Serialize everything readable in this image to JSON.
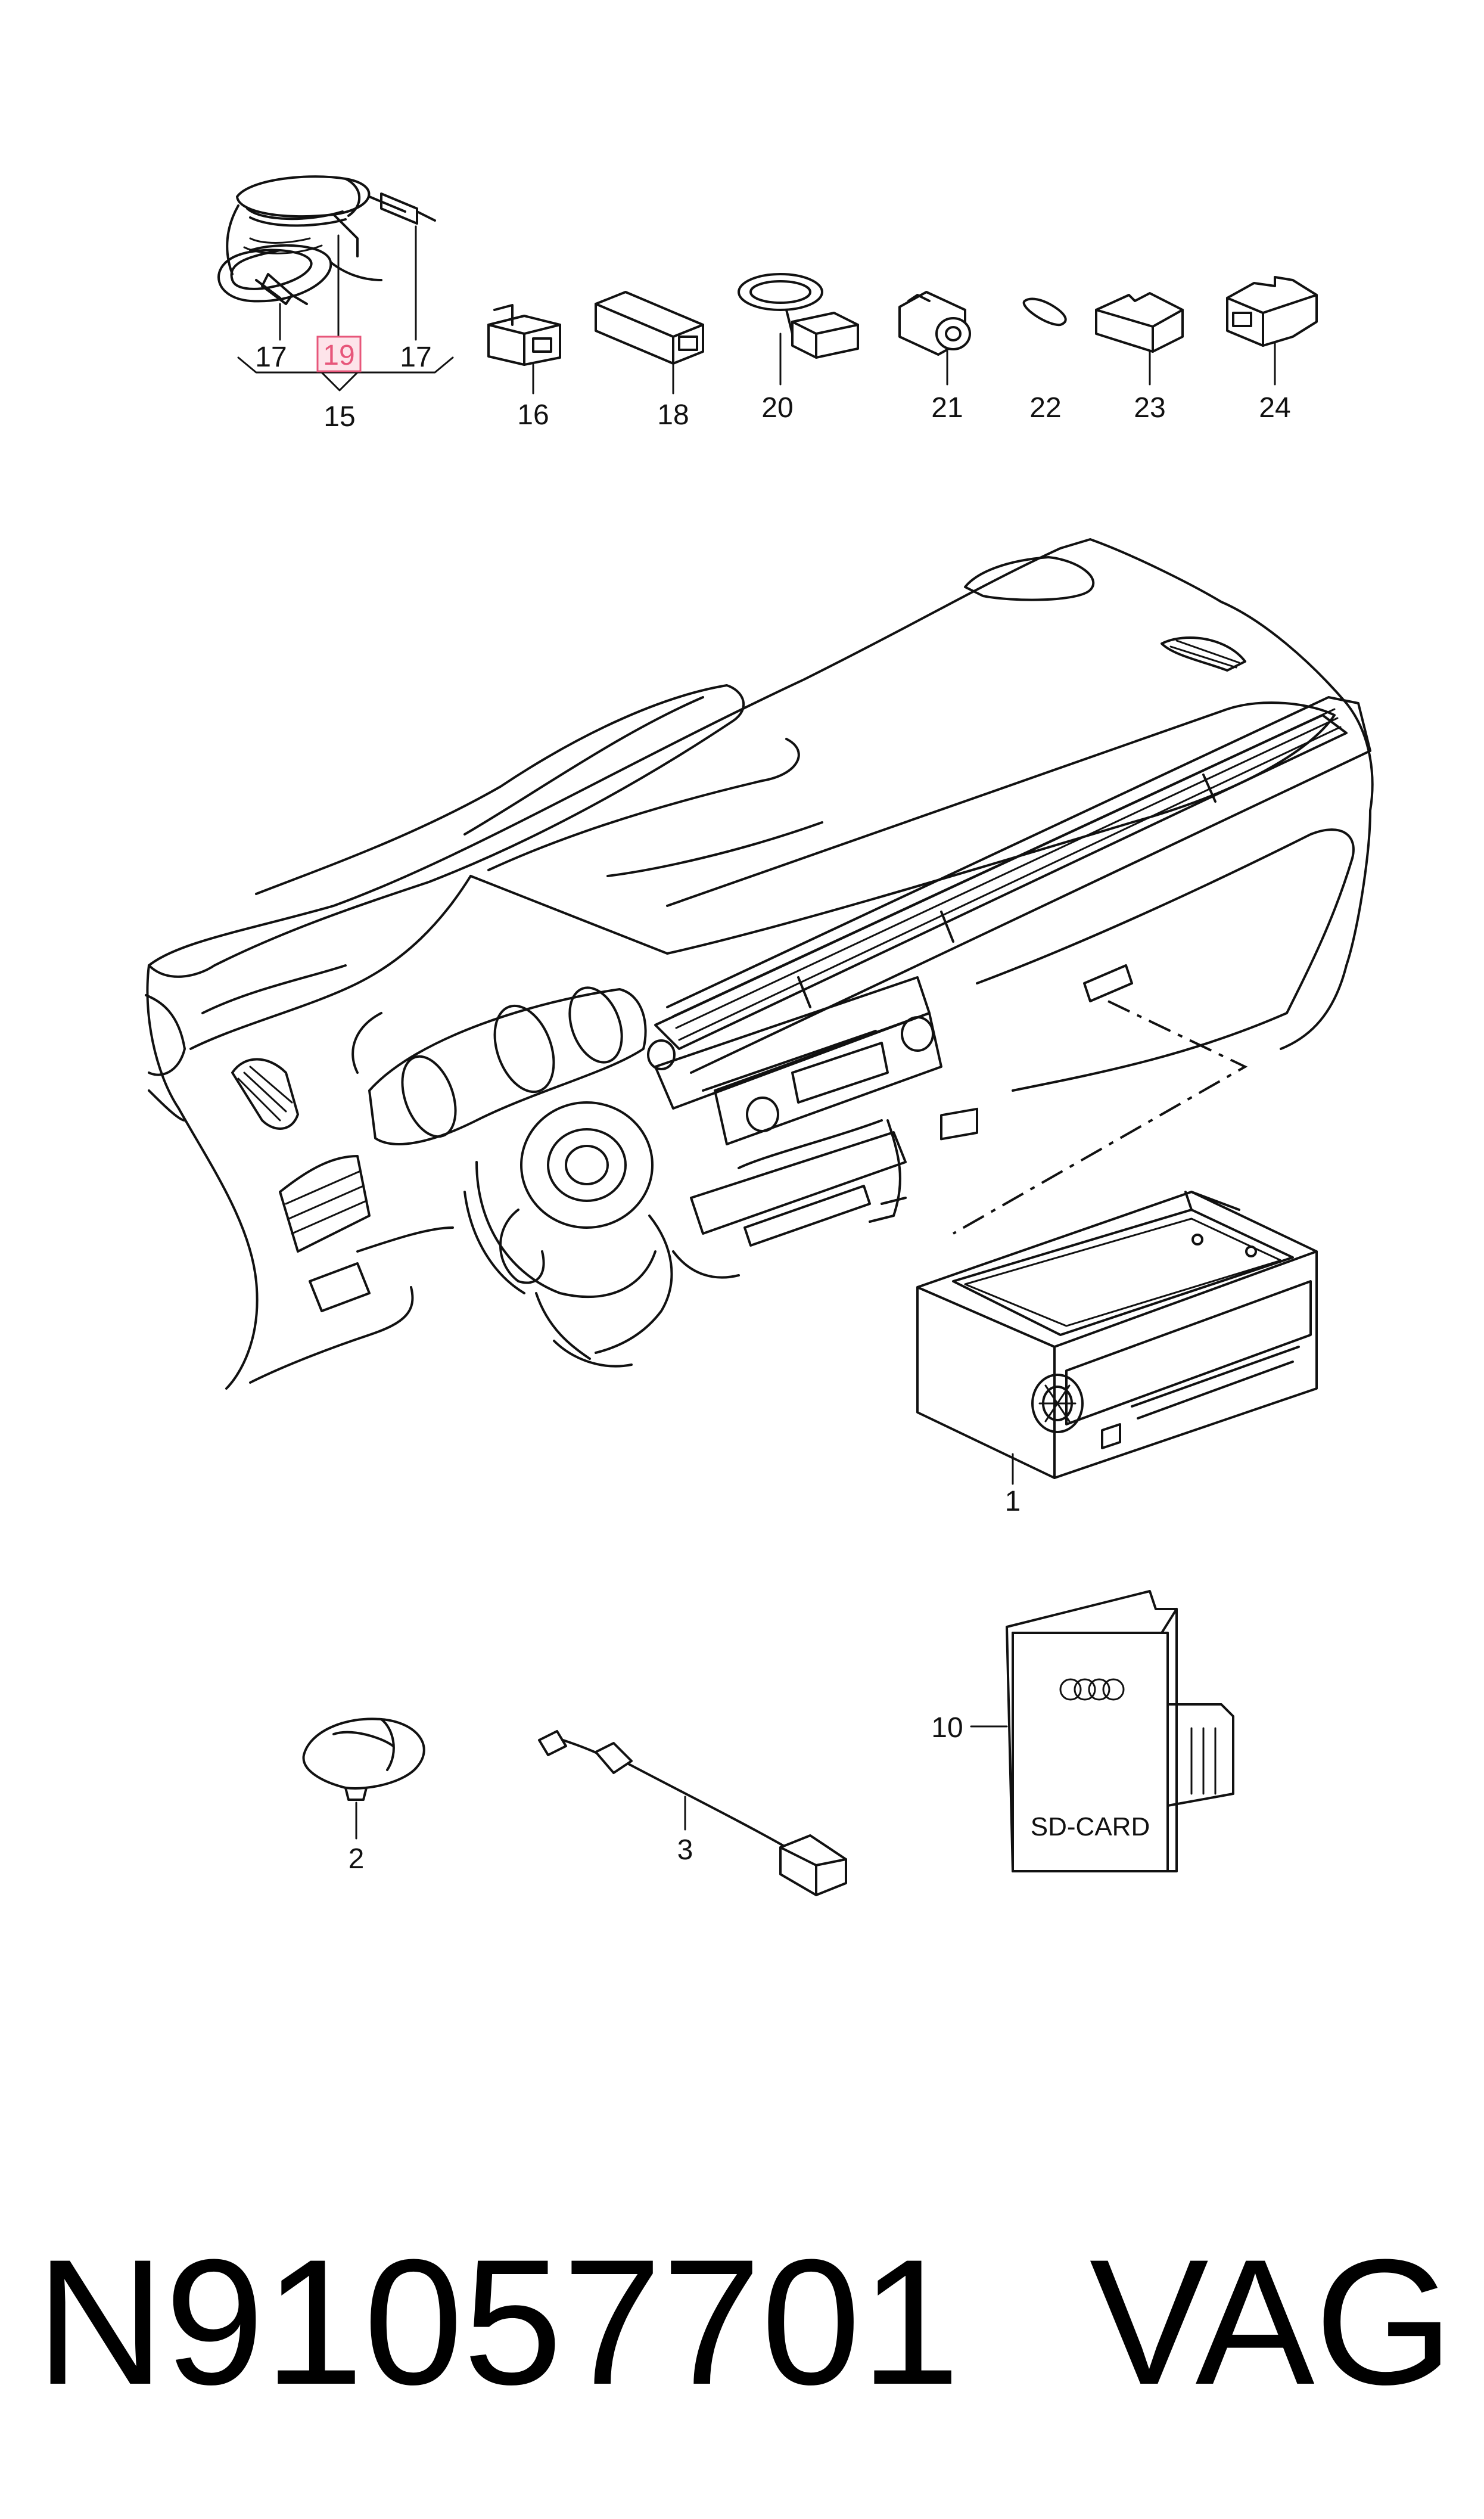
{
  "callouts": {
    "c1": "1",
    "c2": "2",
    "c3": "3",
    "c10": "10",
    "c15": "15",
    "c16": "16",
    "c17a": "17",
    "c17b": "17",
    "c18": "18",
    "c19": "19",
    "c20": "20",
    "c21": "21",
    "c22": "22",
    "c23": "23",
    "c24": "24"
  },
  "highlight": {
    "callout": "19",
    "color": "#e7567a"
  },
  "sd_card": {
    "label": "SD-CARD"
  },
  "footer": {
    "part_number": "N91057701",
    "brand": "VAG"
  }
}
